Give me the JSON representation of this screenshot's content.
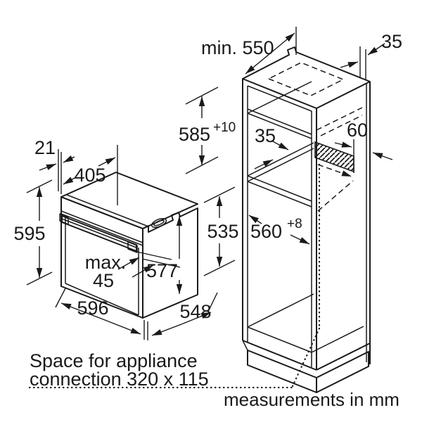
{
  "diagram": {
    "note": "measurements in mm",
    "caption": {
      "line1": "Space for appliance",
      "line2": "connection 320 x 115"
    },
    "colors": {
      "line": "#1a1a1a",
      "background": "#ffffff"
    },
    "oven": {
      "control_panel_depth": "21",
      "top_depth": "405",
      "height": "595",
      "handle_max_label": "max.",
      "handle_max_value": "45",
      "rear_height": "577",
      "body_height": "535",
      "width": "596",
      "depth": "548"
    },
    "cabinet": {
      "min_depth": "min. 550",
      "rear_gap": "35",
      "niche_height": "585",
      "niche_height_tol": "+10",
      "shelf_thickness": "35",
      "connection_clearance": "60",
      "niche_width": "560",
      "niche_width_tol": "+8"
    }
  }
}
